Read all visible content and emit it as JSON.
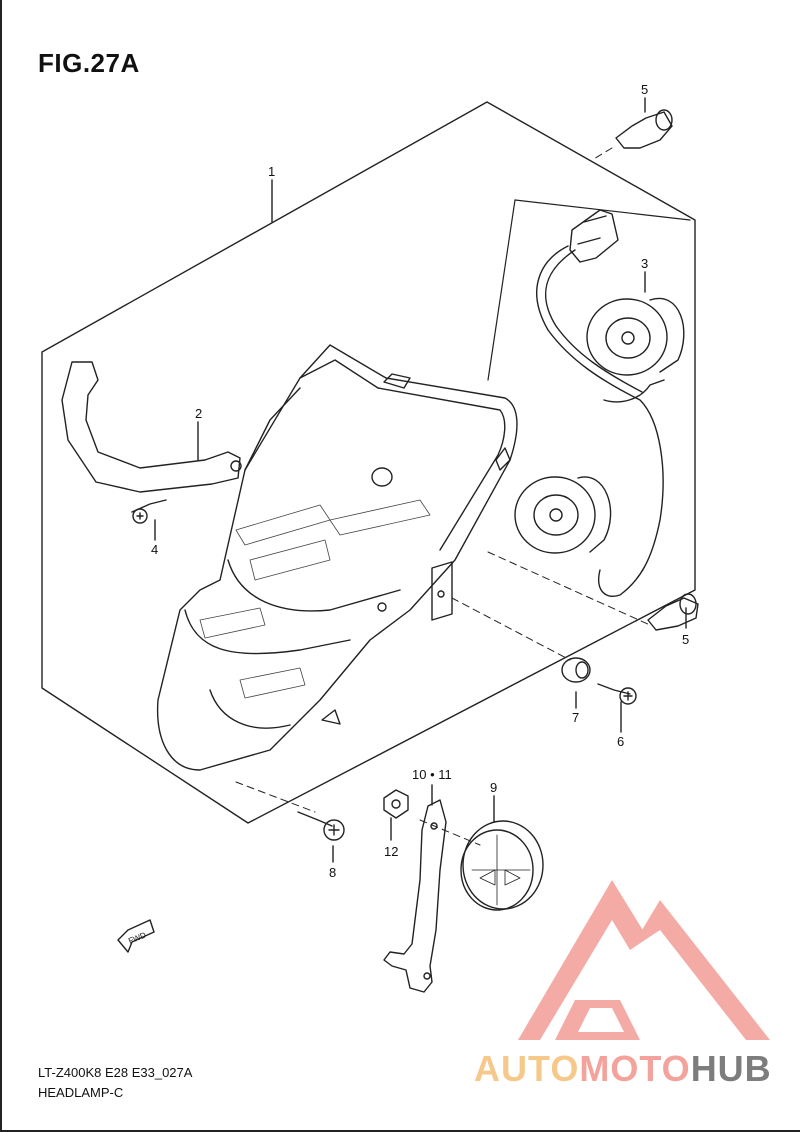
{
  "figure": {
    "title": "FIG.27A"
  },
  "callouts": [
    {
      "id": "c1",
      "text": "1"
    },
    {
      "id": "c2",
      "text": "2"
    },
    {
      "id": "c3",
      "text": "3"
    },
    {
      "id": "c4",
      "text": "4"
    },
    {
      "id": "c5a",
      "text": "5"
    },
    {
      "id": "c5b",
      "text": "5"
    },
    {
      "id": "c6",
      "text": "6"
    },
    {
      "id": "c7",
      "text": "7"
    },
    {
      "id": "c8",
      "text": "8"
    },
    {
      "id": "c9",
      "text": "9"
    },
    {
      "id": "c1011",
      "text": "10 • 11"
    },
    {
      "id": "c12",
      "text": "12"
    }
  ],
  "fwd_arrow": {
    "text": "FWD"
  },
  "footer": {
    "code": "LT-Z400K8 E28 E33_027A",
    "name": "HEADLAMP-C"
  },
  "watermark": {
    "part1": "AUTO",
    "part2": "MOTO",
    "part3": "HUB",
    "colors": {
      "auto": "#f6c98a",
      "moto": "#f3a39c",
      "hub": "#7d7d7d",
      "logo": "#f3a39c"
    }
  }
}
